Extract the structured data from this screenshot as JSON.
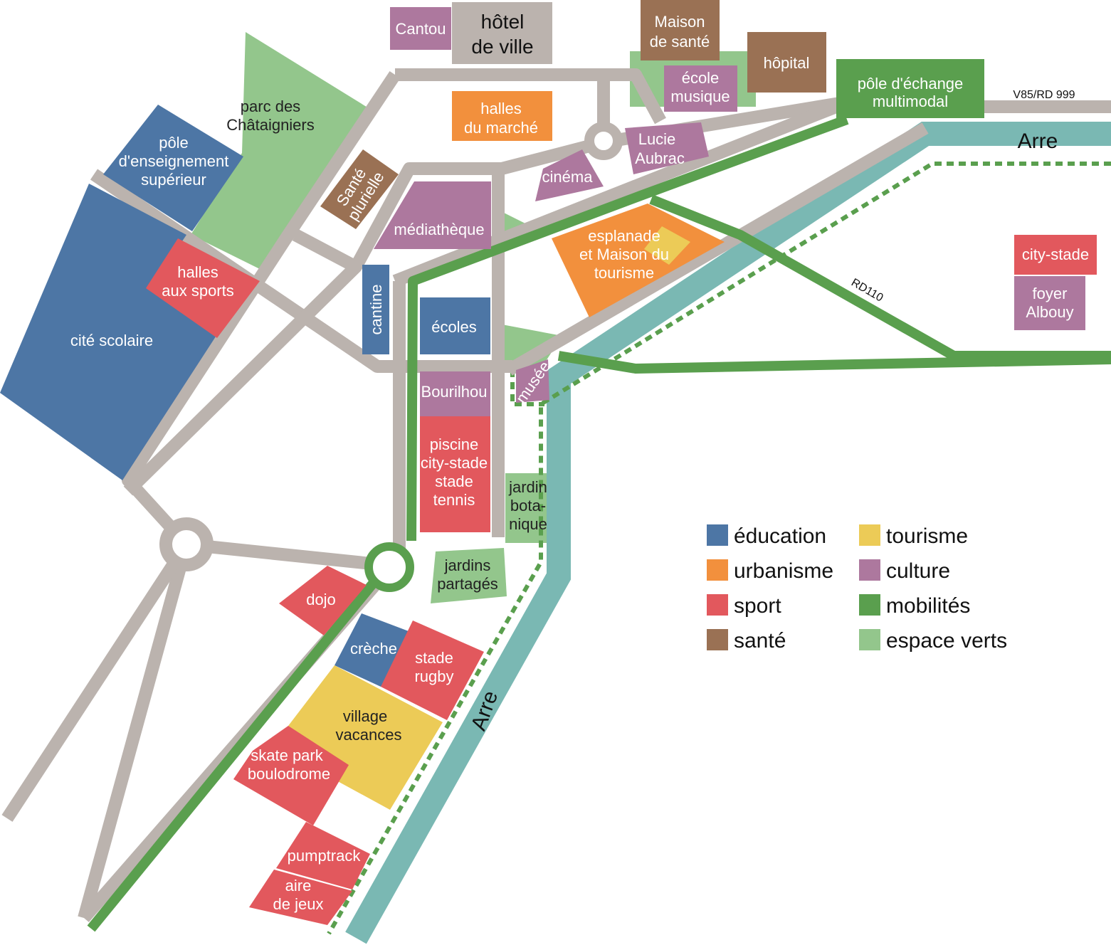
{
  "colors": {
    "education": "#4d76a5",
    "urbanism": "#f2903d",
    "sport": "#e2585d",
    "health": "#9a7154",
    "tourism": "#eccb57",
    "culture": "#ad789e",
    "mobility": "#5a9f4e",
    "green": "#93c68c",
    "road": "#bbb3ae",
    "river": "#7ab8b3"
  },
  "labels": {
    "cantou": "Cantou",
    "hotel_1": "hôtel",
    "hotel_2": "de ville",
    "maison_sante_1": "Maison",
    "maison_sante_2": "de santé",
    "hopital": "hôpital",
    "ecole_musique_1": "école",
    "ecole_musique_2": "musique",
    "pole_echange_1": "pôle d'échange",
    "pole_echange_2": "multimodal",
    "road_v85": "V85/RD 999",
    "arre_top": "Arre",
    "arre_bottom": "Arre",
    "parc_1": "parc des",
    "parc_2": "Châtaigniers",
    "pole_ens_1": "pôle",
    "pole_ens_2": "d'enseignement",
    "pole_ens_3": "supérieur",
    "halles_marche_1": "halles",
    "halles_marche_2": "du marché",
    "sante_plurielle_1": "Santé",
    "sante_plurielle_2": "plurielle",
    "lucie_1": "Lucie",
    "lucie_2": "Aubrac",
    "cinema": "cinéma",
    "mediatheque": "médiathèque",
    "esplanade_1": "esplanade",
    "esplanade_2": "et Maison du",
    "esplanade_3": "tourisme",
    "road_rd110": "RD110",
    "city_stade": "city-stade",
    "foyer_1": "foyer",
    "foyer_2": "Albouy",
    "halles_sports_1": "halles",
    "halles_sports_2": "aux sports",
    "cantine": "cantine",
    "ecoles": "écoles",
    "cite_scolaire": "cité scolaire",
    "bourilhou": "Bourilhou",
    "musee": "musée",
    "piscine_1": "piscine",
    "piscine_2": "city-stade",
    "piscine_3": "stade",
    "piscine_4": "tennis",
    "jardin_bota_1": "jardin",
    "jardin_bota_2": "bota-",
    "jardin_bota_3": "nique",
    "jardins_partages_1": "jardins",
    "jardins_partages_2": "partagés",
    "dojo": "dojo",
    "creche": "crèche",
    "stade_rugby_1": "stade",
    "stade_rugby_2": "rugby",
    "village_1": "village",
    "village_2": "vacances",
    "skate_1": "skate park",
    "skate_2": "boulodrome",
    "pumptrack": "pumptrack",
    "aire_1": "aire",
    "aire_2": "de jeux"
  },
  "legend": [
    {
      "label": "éducation",
      "color": "#4d76a5"
    },
    {
      "label": "tourisme",
      "color": "#eccb57"
    },
    {
      "label": "urbanisme",
      "color": "#f2903d"
    },
    {
      "label": "culture",
      "color": "#ad789e"
    },
    {
      "label": "sport",
      "color": "#e2585d"
    },
    {
      "label": "mobilités",
      "color": "#5a9f4e"
    },
    {
      "label": "santé",
      "color": "#9a7154"
    },
    {
      "label": "espace verts",
      "color": "#93c68c"
    }
  ]
}
